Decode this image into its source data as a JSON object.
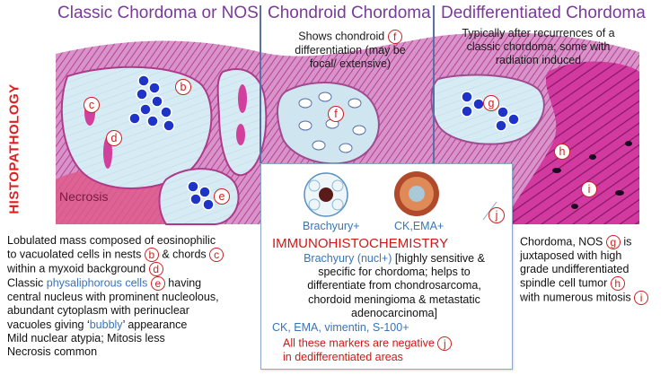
{
  "columns": [
    {
      "title": "Classic Chordoma or NOS"
    },
    {
      "title": "Chondroid Chordoma"
    },
    {
      "title": "Dedifferentiated Chordoma"
    }
  ],
  "side_label": "HISTOPATHOLOGY",
  "chondroid_note": [
    "Shows chondroid",
    "differentiation (may be",
    "focal/ extensive)"
  ],
  "dediff_note": [
    "Typically after recurrences of a",
    "classic chordoma; some with",
    "radiation induced"
  ],
  "image_labels": {
    "a_necrosis": "Necrosis",
    "b": "b",
    "c": "c",
    "d": "d",
    "e": "e",
    "f": "f",
    "g": "g",
    "h": "h",
    "i": "i",
    "j": "j"
  },
  "ihc": {
    "cell1_label": "Brachyury+",
    "cell2_label": "CK,EMA+",
    "heading": "IMMUNOHISTOCHEMISTRY",
    "brachyury_name": "Brachyury (nucl+)",
    "brachyury_desc_1": " [highly sensitive &",
    "brachyury_desc_2": "specific for chordoma; helps to",
    "brachyury_desc_3": "differentiate from chondrosarcoma,",
    "brachyury_desc_4": "chordoid meningioma & metastatic",
    "brachyury_desc_5": "adenocarcinoma]",
    "markers": "CK, EMA, vimentin, S-100+",
    "negative_1": "All these markers are negative",
    "negative_2": "in dedifferentiated areas"
  },
  "classic_text": {
    "l1": "Lobulated mass composed of eosinophilic",
    "l2a": "to vacuolated cells in nests",
    "l2b": " & chords",
    "l3": "within a myxoid background",
    "l4a": "Classic ",
    "l4b": "physaliphorous cells",
    "l4c": " having",
    "l5": "central nucleus with prominent nucleolous,",
    "l6": "abundant cytoplasm with perinuclear",
    "l7a": "vacuoles giving ‘",
    "l7b": "bubbly",
    "l7c": "’ appearance",
    "l8": "Mild nuclear atypia; Mitosis less",
    "l9": "Necrosis common"
  },
  "dediff_text": {
    "l1": "Chordoma, NOS",
    "l2": "juxtaposed with high",
    "l3": "grade undifferentiated",
    "l4": "spindle cell tumor",
    "l5": "with numerous mitosis"
  },
  "colors": {
    "title": "#7a3a9a",
    "accent_red": "#d01818",
    "term_blue": "#3a74b8",
    "tissue_pink": "#e8a8d2",
    "stroma_magenta": "#c43a98",
    "myxoid_blue": "#cfe6f1",
    "nucleus_blue": "#1e34c8"
  }
}
